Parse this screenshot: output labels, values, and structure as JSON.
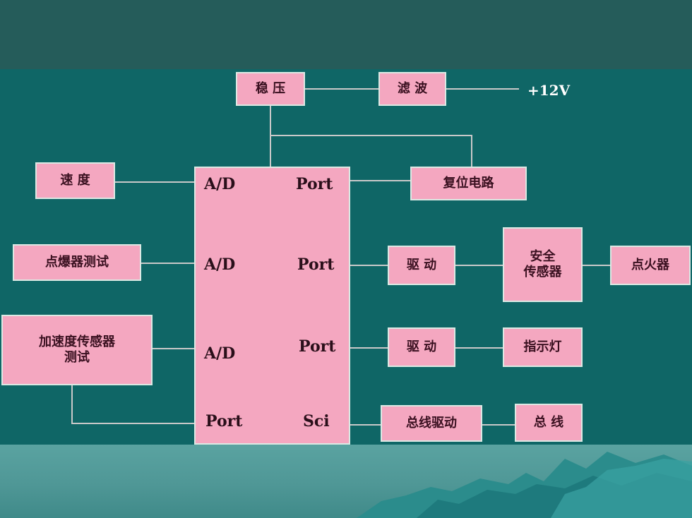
{
  "supply_label": "+12V",
  "blocks": {
    "regulator": "稳 压",
    "filter": "滤 波",
    "reset": "复位电路",
    "speed": "速 度",
    "detonator_test": "点爆器测试",
    "accel_test_line1": "加速度传感器",
    "accel_test_line2": "测试",
    "driver1": "驱 动",
    "driver2": "驱 动",
    "safety_line1": "安全",
    "safety_line2": "传感器",
    "igniter": "点火器",
    "indicator": "指示灯",
    "bus_driver": "总线驱动",
    "bus": "总 线"
  },
  "mcu": {
    "left_pins": [
      "A/D",
      "A/D",
      "A/D",
      "Port"
    ],
    "right_pins": [
      "Port",
      "Port",
      "Port",
      "Sci"
    ]
  },
  "colors": {
    "box_fill": "#f4a7c0",
    "background": "#0f6666",
    "wire": "#c9c9c9"
  }
}
